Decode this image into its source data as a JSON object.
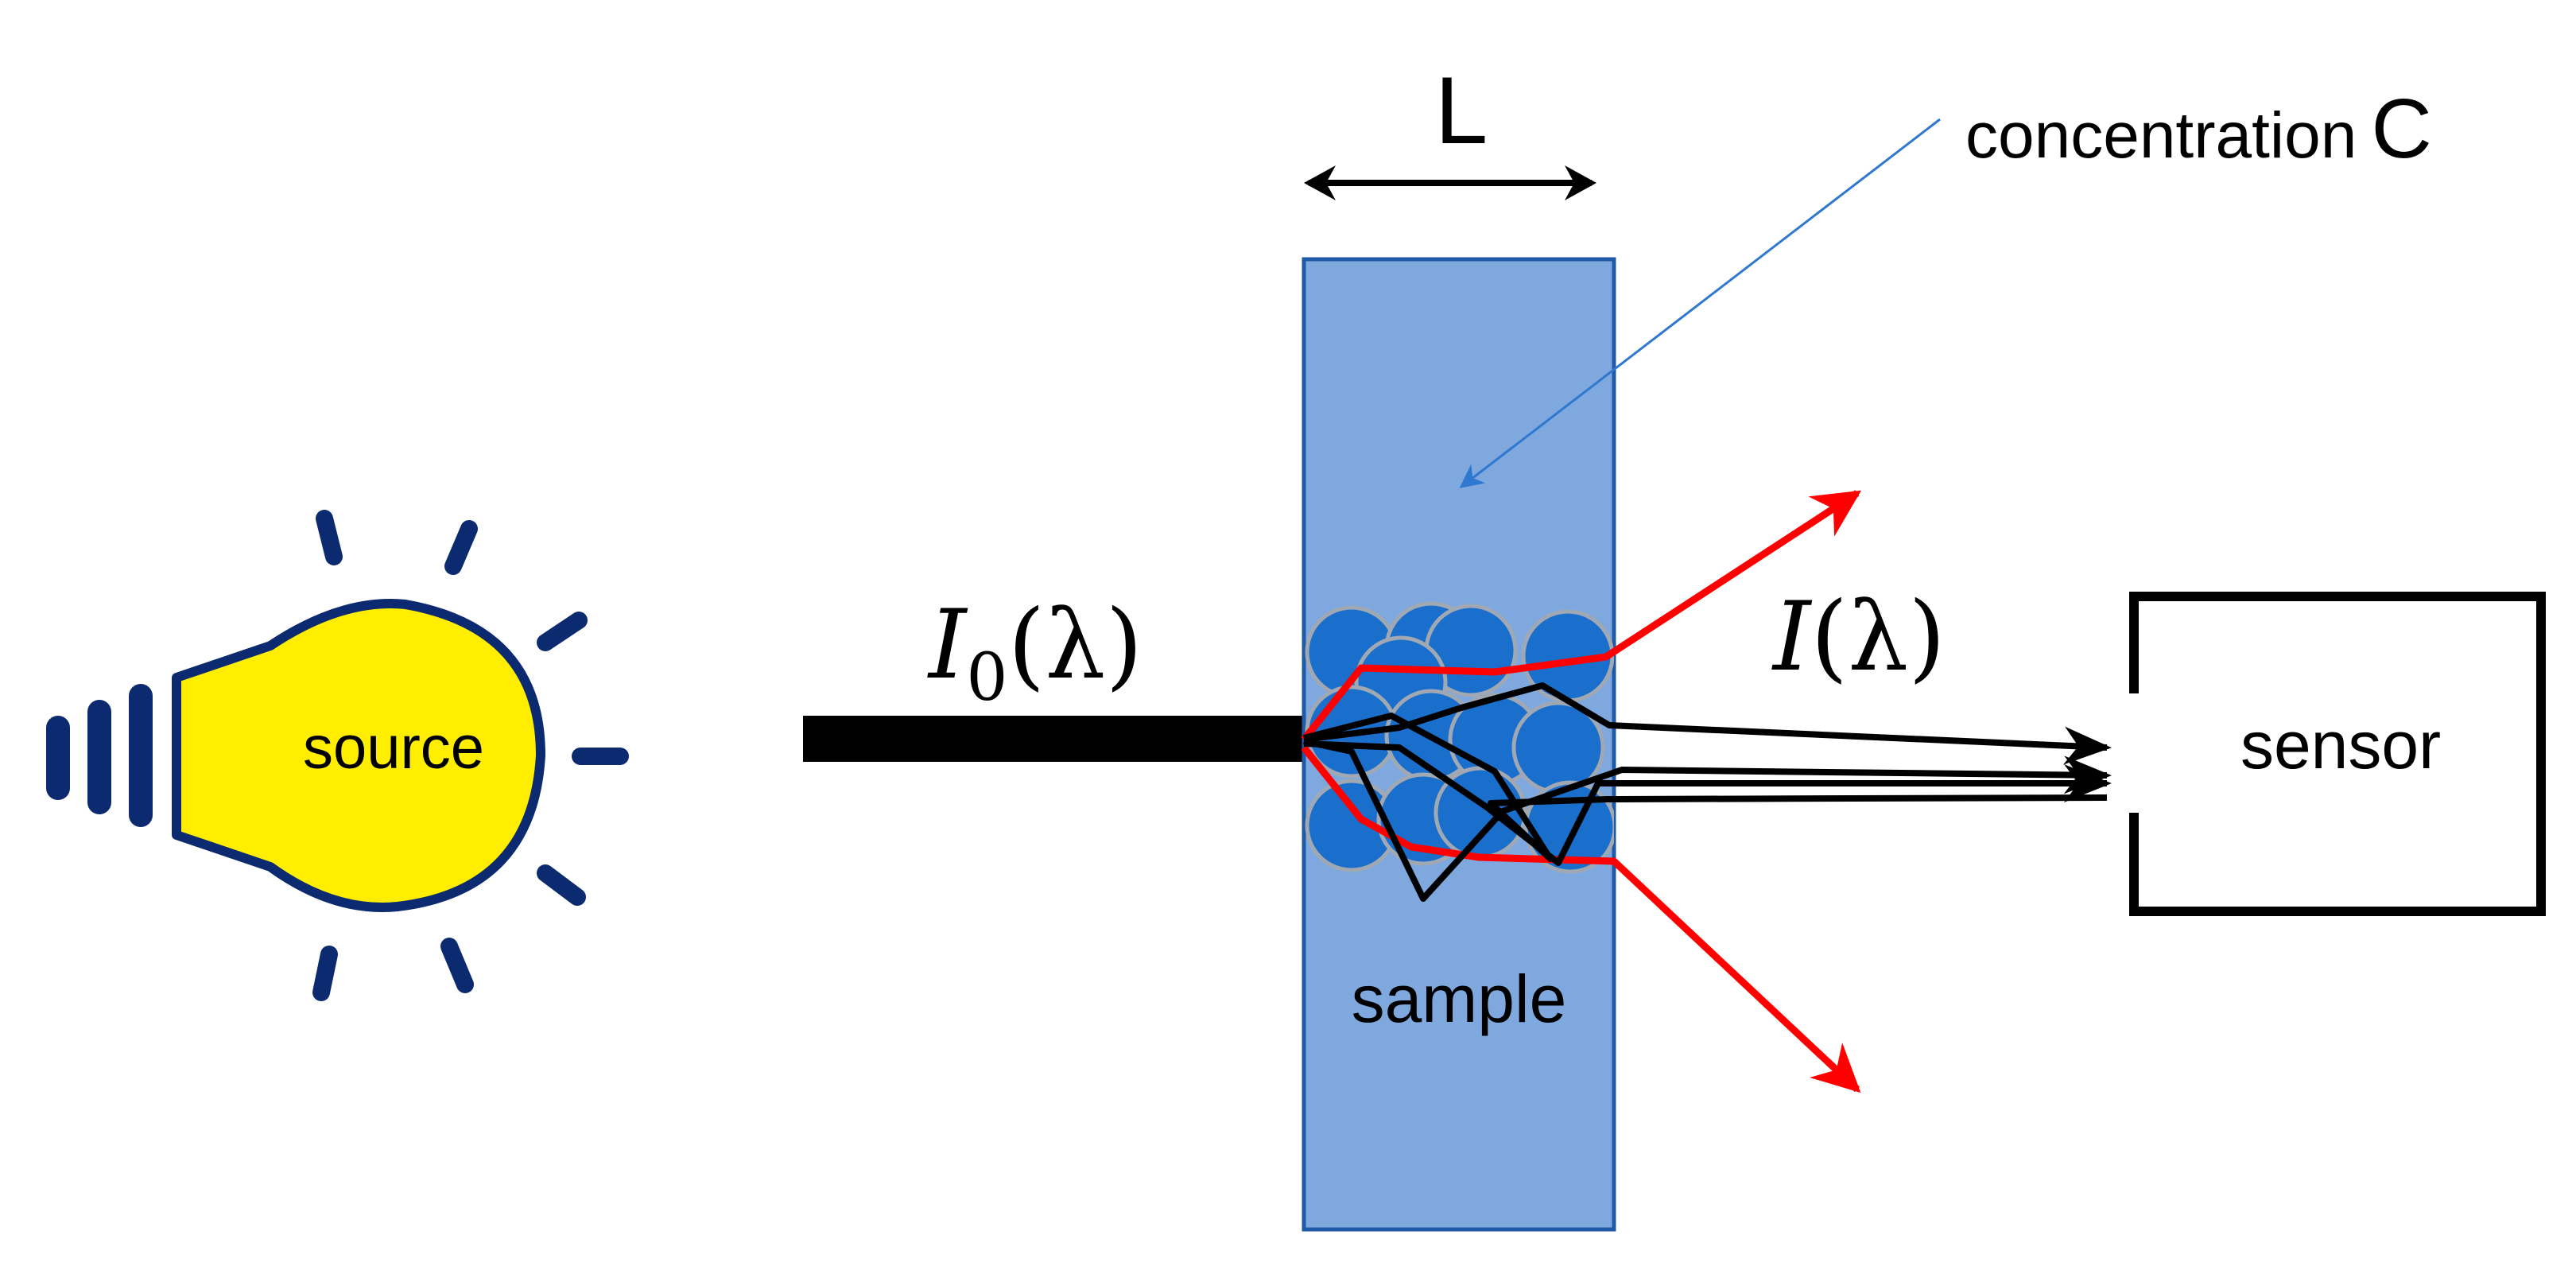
{
  "labels": {
    "source": "source",
    "sample": "sample",
    "sensor": "sensor",
    "length": "L",
    "concentration_text": "concentration",
    "concentration_symbol": "C",
    "incident_intensity": {
      "symbol": "I",
      "subscript": "0",
      "argument": "(λ)"
    },
    "transmitted_intensity": {
      "symbol": "I",
      "argument": "(λ)"
    }
  },
  "colors": {
    "bulb_fill": "#FFEE00",
    "bulb_outline": "#0B2A6F",
    "sample_fill": "#7FA9DE",
    "sample_border": "#1E5AA8",
    "particle_fill": "#1B6FCC",
    "particle_border": "#A0A8B4",
    "scattered_ray": "#FF0000",
    "transmitted_ray": "#000000",
    "concentration_pointer": "#2F78D0"
  },
  "icons": {
    "source": "light-bulb-icon",
    "sensor": "detector-box-icon"
  }
}
